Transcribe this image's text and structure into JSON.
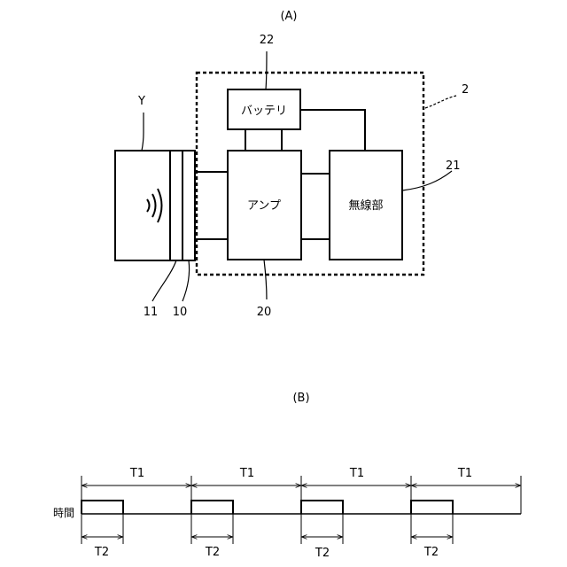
{
  "figure_a": {
    "label": "(A)",
    "ref_y": "Y",
    "ref_2": "2",
    "ref_22": "22",
    "ref_21": "21",
    "ref_20": "20",
    "ref_11": "11",
    "ref_10": "10",
    "battery_label": "バッテリ",
    "amp_label": "アンプ",
    "radio_label": "無線部"
  },
  "figure_b": {
    "label": "(B)",
    "axis_label": "時間",
    "periods": [
      {
        "t1": "T1",
        "t2": "T2"
      },
      {
        "t1": "T1",
        "t2": "T2"
      },
      {
        "t1": "T1",
        "t2": "T2"
      },
      {
        "t1": "T1",
        "t2": "T2"
      }
    ]
  }
}
